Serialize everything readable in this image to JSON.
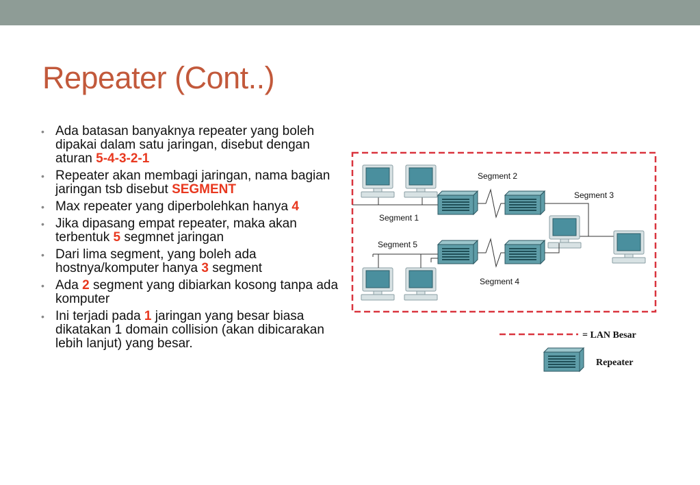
{
  "slide": {
    "title": "Repeater (Cont..)",
    "bullets": [
      {
        "pre": "Ada batasan banyaknya repeater yang boleh dipakai dalam satu jaringan, disebut dengan aturan ",
        "hl": "5-4-3-2-1",
        "post": ""
      },
      {
        "pre": "Repeater akan membagi jaringan, nama bagian jaringan tsb disebut ",
        "hl": "SEGMENT",
        "post": ""
      },
      {
        "pre": "Max repeater yang diperbolehkan hanya ",
        "hl": "4",
        "post": ""
      },
      {
        "pre": "Jika dipasang empat repeater, maka akan terbentuk ",
        "hl": "5",
        "post": " segmnet jaringan"
      },
      {
        "pre": "Dari lima segment, yang boleh ada hostnya/komputer hanya ",
        "hl": "3",
        "post": " segment"
      },
      {
        "pre": "Ada ",
        "hl": "2",
        "post": " segment yang dibiarkan kosong tanpa ada komputer"
      },
      {
        "pre": "Ini terjadi pada ",
        "hl": "1",
        "post": " jaringan yang besar biasa dikatakan 1 domain collision (akan dibicarakan lebih lanjut) yang besar."
      }
    ]
  },
  "diagram": {
    "segments": {
      "s1": "Segment 1",
      "s2": "Segment 2",
      "s3": "Segment 3",
      "s4": "Segment 4",
      "s5": "Segment 5"
    },
    "legend": {
      "lan": "= LAN Besar",
      "repeater": "Repeater"
    }
  },
  "colors": {
    "title": "#c2593b",
    "highlight": "#e8381f",
    "topbar": "#8e9c96",
    "dashed_border": "#d9343e"
  }
}
